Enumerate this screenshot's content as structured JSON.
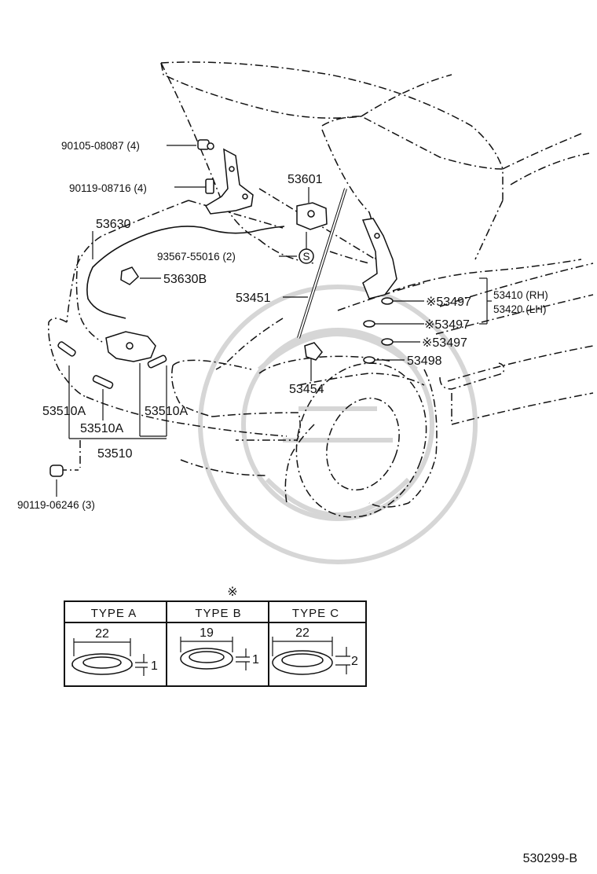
{
  "callouts": {
    "p90105": "90105-08087 (4)",
    "p90119a": "90119-08716 (4)",
    "p53630": "53630",
    "p53601": "53601",
    "p93567": "93567-55016 (2)",
    "sym_s": "S",
    "p53630b": "53630B",
    "p53451": "53451",
    "p53497a": "※53497",
    "p53497b": "※53497",
    "p53497c": "※53497",
    "p53410": "53410 (RH)",
    "p53420": "53420 (LH)",
    "p53498": "53498",
    "p53454": "53454",
    "p53510a_left": "53510A",
    "p53510a_mid": "53510A",
    "p53510a_right": "53510A",
    "p53510": "53510",
    "p90119b": "90119-06246 (3)"
  },
  "table": {
    "note_symbol": "※",
    "types": [
      {
        "label": "TYPE A",
        "width": "22",
        "thickness": "1"
      },
      {
        "label": "TYPE B",
        "width": "19",
        "thickness": "1"
      },
      {
        "label": "TYPE C",
        "width": "22",
        "thickness": "2"
      }
    ]
  },
  "diagram_code": "530299-B"
}
